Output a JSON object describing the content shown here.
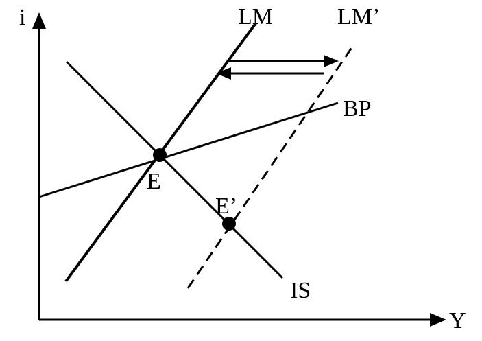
{
  "axes": {
    "y_label": "i",
    "x_label": "Y"
  },
  "curves": {
    "lm_label": "LM",
    "lm_shifted_label": "LM’",
    "bp_label": "BP",
    "is_label": "IS"
  },
  "points": {
    "e_label": "E",
    "e_prime_label": "E’"
  },
  "colors": {
    "ink": "#000000",
    "background": "#ffffff"
  }
}
